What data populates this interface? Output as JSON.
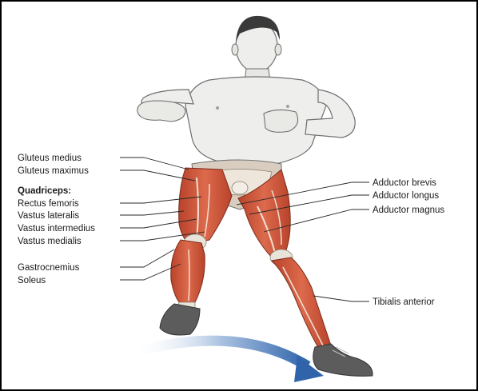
{
  "labels_left": [
    {
      "id": "gluteus-medius",
      "text": "Gluteus medius"
    },
    {
      "id": "gluteus-maximus",
      "text": "Gluteus maximus"
    },
    {
      "id": "quadriceps-heading",
      "text": "Quadriceps:"
    },
    {
      "id": "rectus-femoris",
      "text": "Rectus femoris"
    },
    {
      "id": "vastus-lateralis",
      "text": "Vastus lateralis"
    },
    {
      "id": "vastus-intermedius",
      "text": "Vastus intermedius"
    },
    {
      "id": "vastus-medialis",
      "text": "Vastus medialis"
    },
    {
      "id": "gastrocnemius",
      "text": "Gastrocnemius"
    },
    {
      "id": "soleus",
      "text": "Soleus"
    }
  ],
  "labels_right": [
    {
      "id": "adductor-brevis",
      "text": "Adductor brevis"
    },
    {
      "id": "adductor-longus",
      "text": "Adductor longus"
    },
    {
      "id": "adductor-magnus",
      "text": "Adductor magnus"
    },
    {
      "id": "tibialis-anterior",
      "text": "Tibialis anterior"
    }
  ],
  "colors": {
    "skin": "#eeeeec",
    "skin_shadow": "#c9c9c6",
    "outline": "#6f6f6f",
    "muscle": "#d4553a",
    "muscle_dark": "#a83a24",
    "tendon": "#e8e4da",
    "shoe": "#5c5c5c",
    "hair": "#3a3a3a",
    "arrow_start": "#ffffff",
    "arrow_end": "#3d6fb0"
  }
}
